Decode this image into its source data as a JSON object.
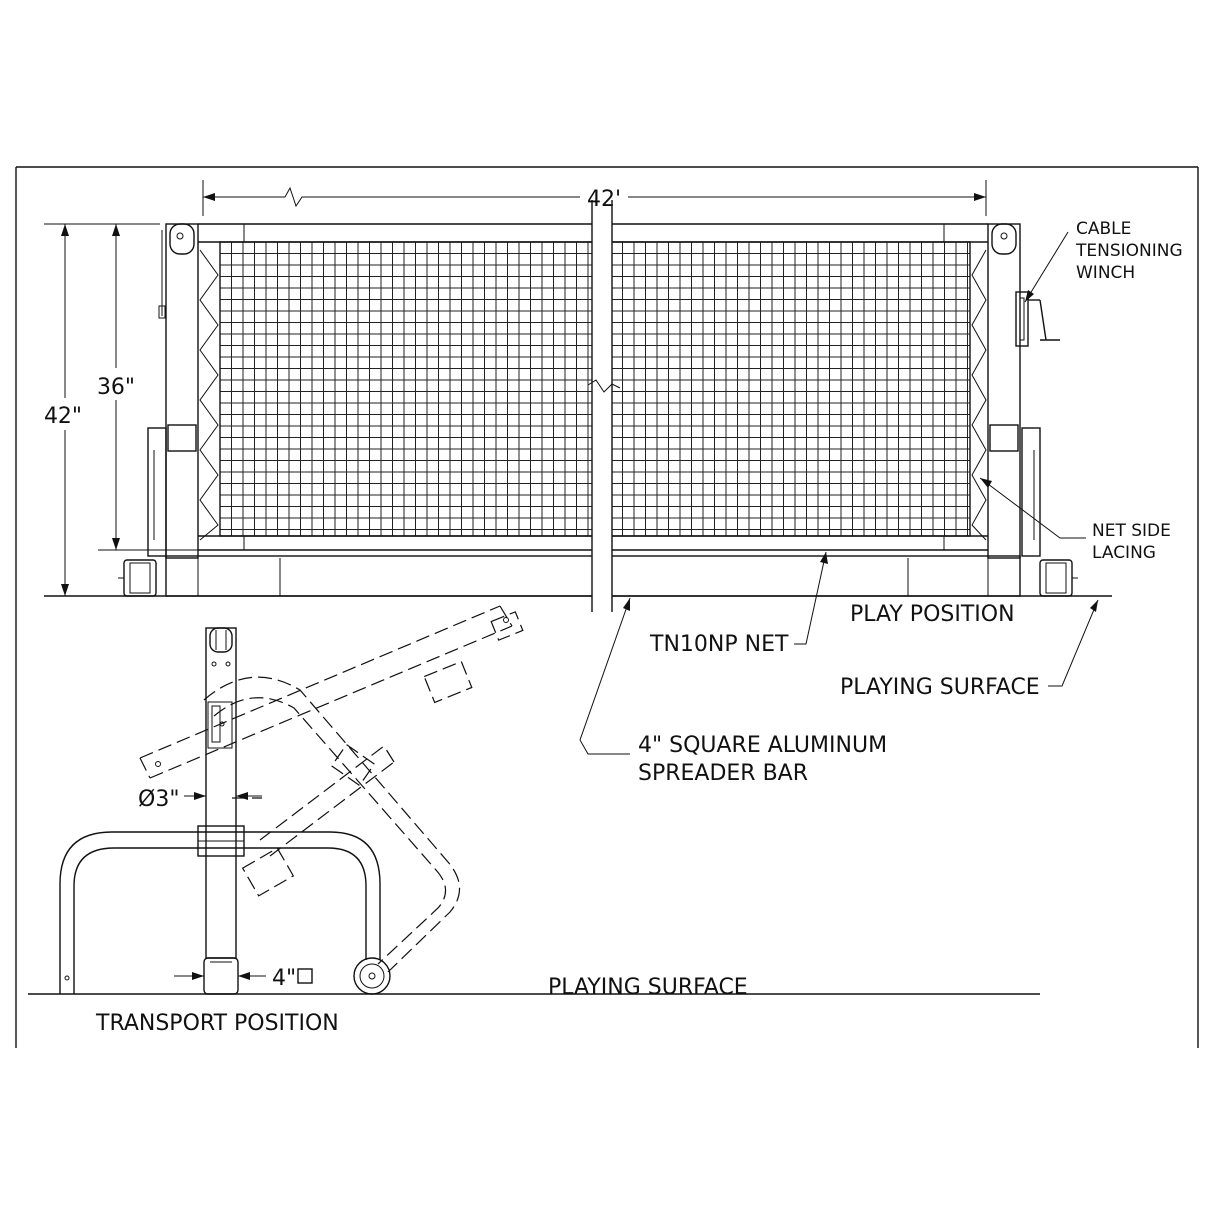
{
  "labels": {
    "width_dim": "42'",
    "height_total": "42\"",
    "height_net": "36\"",
    "winch_line1": "CABLE",
    "winch_line2": "TENSIONING",
    "winch_line3": "WINCH",
    "lacing_line1": "NET SIDE",
    "lacing_line2": "LACING",
    "play_position": "PLAY POSITION",
    "net_model": "TN10NP NET",
    "playing_surface_top": "PLAYING SURFACE",
    "spreader_line1": "4\" SQUARE ALUMINUM",
    "spreader_line2": "SPREADER BAR",
    "diameter": "Ø3\"",
    "square_size": "4\"",
    "playing_surface_bottom": "PLAYING SURFACE",
    "transport_position": "TRANSPORT POSITION"
  },
  "colors": {
    "line": "#111111",
    "background": "#ffffff"
  }
}
